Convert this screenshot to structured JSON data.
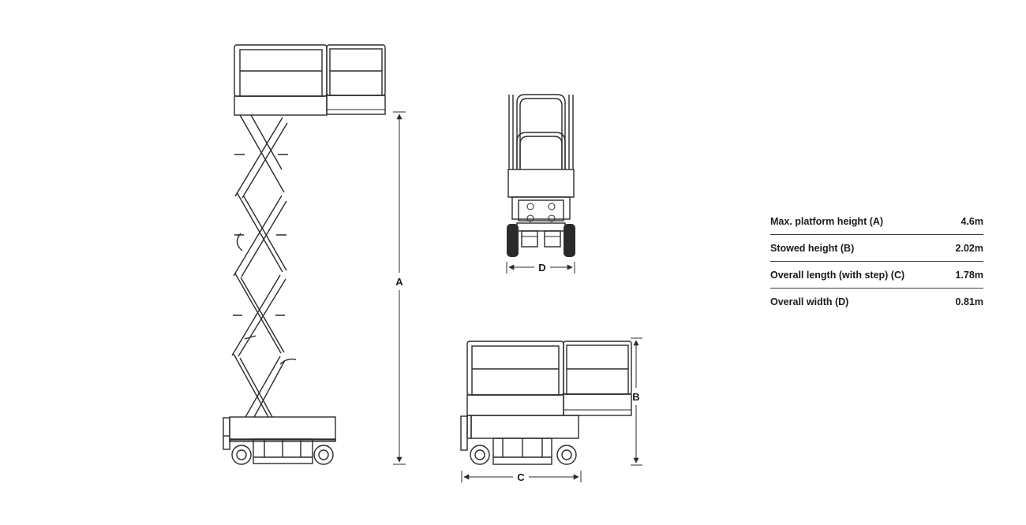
{
  "dimension_labels": {
    "a": "A",
    "b": "B",
    "c": "C",
    "d": "D"
  },
  "specs": [
    {
      "label": "Max. platform height (A)",
      "value": "4.6m"
    },
    {
      "label": "Stowed height (B)",
      "value": "2.02m"
    },
    {
      "label": "Overall length (with step) (C)",
      "value": "1.78m"
    },
    {
      "label": "Overall width (D)",
      "value": "0.81m"
    }
  ]
}
